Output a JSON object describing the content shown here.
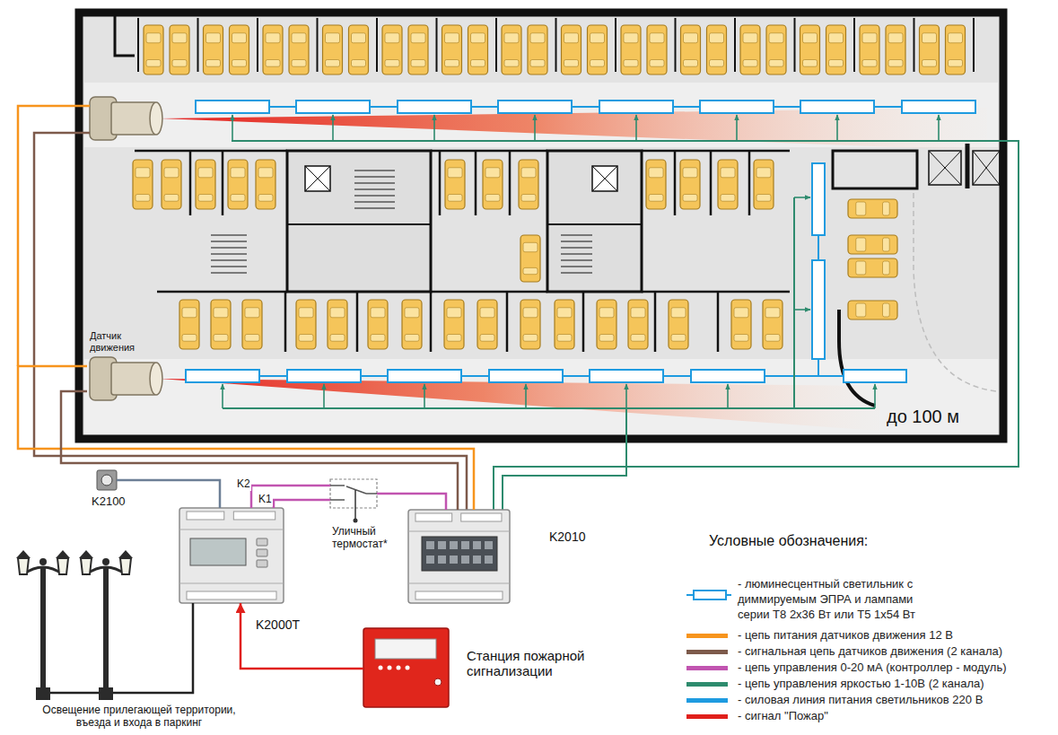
{
  "diagram": {
    "nodes": [
      {
        "text": [
          "Датчик движения"
        ]
      },
      {
        "text": [
          "K2100"
        ]
      },
      {
        "text": [
          "K2000T"
        ]
      },
      {
        "text": [
          "Уличный термостат*"
        ]
      },
      {
        "text": [
          "K2010"
        ]
      },
      {
        "text": [
          "Станция пожарной сигнализации"
        ]
      },
      {
        "text": [
          "Освещение прилегающей территории, въезда и входа в паркинг"
        ]
      }
    ],
    "edges": [
      {
        "from": 0,
        "to": 4,
        "arrow": "none"
      },
      {
        "from": 0,
        "to": 4,
        "arrow": "none"
      },
      {
        "from": 1,
        "to": 2,
        "arrow": "none"
      },
      {
        "from": 2,
        "to": 3,
        "label": "K2",
        "arrow": "none"
      },
      {
        "from": 2,
        "to": 3,
        "label": "K1",
        "arrow": "none"
      },
      {
        "from": 3,
        "to": 4,
        "arrow": "none"
      },
      {
        "from": 5,
        "to": 2,
        "arrow": "to"
      },
      {
        "from": 2,
        "to": 6,
        "arrow": "none"
      }
    ],
    "labels": [
      "до 100 м",
      "Условные обозначения:"
    ],
    "legend": [
      {
        "text": "- люминесцентный светильник с диммируемым ЭПРА и лампами серии Т8 2х36 Вт или Т5 1х54 Вт"
      },
      {
        "text": "- цепь питания датчиков движения 12 В",
        "color": "#f7941d"
      },
      {
        "text": "- сигнальная цепь датчиков движения (2 канала)",
        "color": "#7d5a4b"
      },
      {
        "text": "- цепь управления 0-20 мА (контроллер - модуль)",
        "color": "#c154b0"
      },
      {
        "text": "- цепь управления яркостью 1-10В (2 канала)",
        "color": "#2e8b6e"
      },
      {
        "text": "- силовая линия питания светильников 220 В",
        "color": "#1e9be0"
      },
      {
        "text": "- сигнал \"Пожар\"",
        "color": "#e0201b"
      }
    ]
  }
}
